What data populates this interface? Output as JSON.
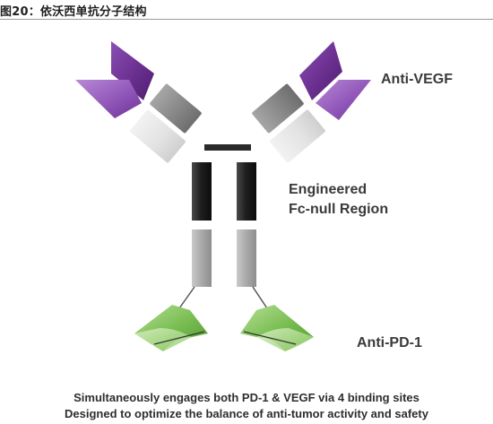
{
  "figure": {
    "title": "图20：依沃西单抗分子结构"
  },
  "labels": {
    "anti_vegf": "Anti-VEGF",
    "fc_line1": "Engineered",
    "fc_line2": "Fc-null Region",
    "anti_pd1": "Anti-PD-1"
  },
  "caption": {
    "line1": "Simultaneously engages both PD-1 & VEGF via 4 binding sites",
    "line2": "Designed to optimize the balance of anti-tumor activity and safety"
  },
  "colors": {
    "vegf_purple_dark": "#6a2f8f",
    "vegf_purple_light": "#9b5fbf",
    "constant_gray": "#8c8c8c",
    "light_chain_gray": "#e4e4e4",
    "fc_black": "#1e1e1e",
    "fc_lower_gray": "#a9a9a9",
    "pd1_green_dark": "#4f9a2c",
    "pd1_green_light": "#9fd07a"
  }
}
